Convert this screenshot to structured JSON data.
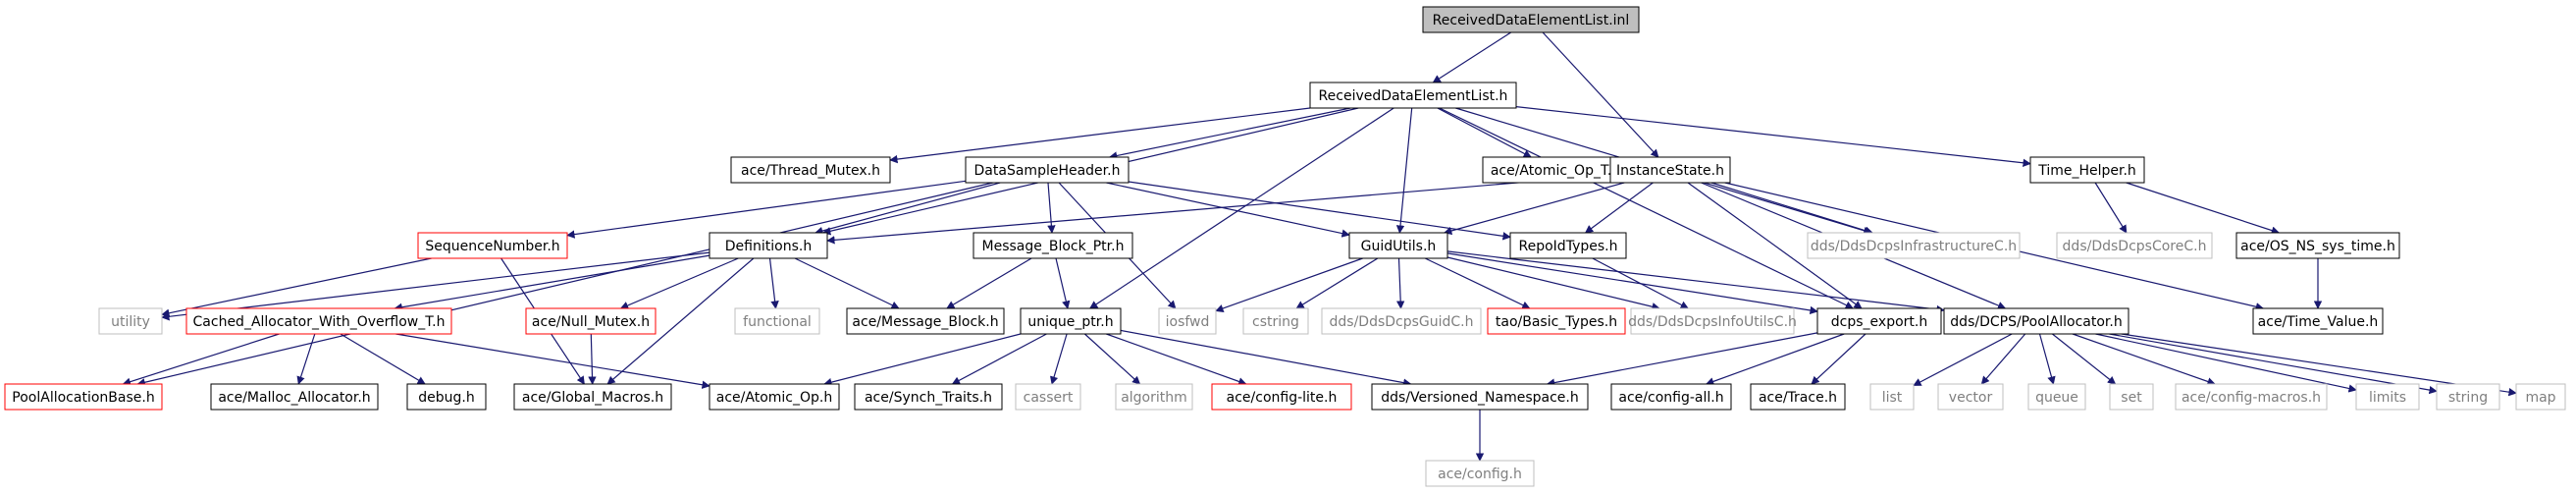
{
  "diagram": {
    "edge_color": "#191970",
    "nodes": [
      {
        "id": "n0",
        "label": "ReceivedDataElementList.inl",
        "style": "main"
      },
      {
        "id": "n1",
        "label": "ReceivedDataElementList.h",
        "style": "black"
      },
      {
        "id": "n2",
        "label": "ace/Thread_Mutex.h",
        "style": "black"
      },
      {
        "id": "n3",
        "label": "DataSampleHeader.h",
        "style": "black"
      },
      {
        "id": "n4",
        "label": "ace/Atomic_Op_T.h",
        "style": "black"
      },
      {
        "id": "n5",
        "label": "InstanceState.h",
        "style": "black"
      },
      {
        "id": "n6",
        "label": "Time_Helper.h",
        "style": "black"
      },
      {
        "id": "n7",
        "label": "SequenceNumber.h",
        "style": "red"
      },
      {
        "id": "n8",
        "label": "Definitions.h",
        "style": "black"
      },
      {
        "id": "n9",
        "label": "Message_Block_Ptr.h",
        "style": "black"
      },
      {
        "id": "n10",
        "label": "GuidUtils.h",
        "style": "black"
      },
      {
        "id": "n11",
        "label": "RepoIdTypes.h",
        "style": "black"
      },
      {
        "id": "n12",
        "label": "dds/DdsDcpsInfrastructureC.h",
        "style": "gray"
      },
      {
        "id": "n13",
        "label": "dds/DdsDcpsCoreC.h",
        "style": "gray"
      },
      {
        "id": "n14",
        "label": "ace/OS_NS_sys_time.h",
        "style": "black"
      },
      {
        "id": "n15",
        "label": "utility",
        "style": "gray"
      },
      {
        "id": "n16",
        "label": "Cached_Allocator_With_Overflow_T.h",
        "style": "red"
      },
      {
        "id": "n17",
        "label": "ace/Null_Mutex.h",
        "style": "red"
      },
      {
        "id": "n18",
        "label": "functional",
        "style": "gray"
      },
      {
        "id": "n19",
        "label": "ace/Message_Block.h",
        "style": "black"
      },
      {
        "id": "n20",
        "label": "unique_ptr.h",
        "style": "black"
      },
      {
        "id": "n21",
        "label": "iosfwd",
        "style": "gray"
      },
      {
        "id": "n22",
        "label": "cstring",
        "style": "gray"
      },
      {
        "id": "n23",
        "label": "dds/DdsDcpsGuidC.h",
        "style": "gray"
      },
      {
        "id": "n24",
        "label": "tao/Basic_Types.h",
        "style": "red"
      },
      {
        "id": "n25",
        "label": "dds/DdsDcpsInfoUtilsC.h",
        "style": "gray"
      },
      {
        "id": "n26",
        "label": "dcps_export.h",
        "style": "black"
      },
      {
        "id": "n27",
        "label": "dds/DCPS/PoolAllocator.h",
        "style": "black"
      },
      {
        "id": "n28",
        "label": "ace/Time_Value.h",
        "style": "black"
      },
      {
        "id": "n29",
        "label": "PoolAllocationBase.h",
        "style": "red"
      },
      {
        "id": "n30",
        "label": "ace/Malloc_Allocator.h",
        "style": "black"
      },
      {
        "id": "n31",
        "label": "debug.h",
        "style": "black"
      },
      {
        "id": "n32",
        "label": "ace/Global_Macros.h",
        "style": "black"
      },
      {
        "id": "n33",
        "label": "ace/Atomic_Op.h",
        "style": "black"
      },
      {
        "id": "n34",
        "label": "ace/Synch_Traits.h",
        "style": "black"
      },
      {
        "id": "n35",
        "label": "cassert",
        "style": "gray"
      },
      {
        "id": "n36",
        "label": "algorithm",
        "style": "gray"
      },
      {
        "id": "n37",
        "label": "ace/config-lite.h",
        "style": "red"
      },
      {
        "id": "n38",
        "label": "dds/Versioned_Namespace.h",
        "style": "black"
      },
      {
        "id": "n39",
        "label": "ace/config-all.h",
        "style": "black"
      },
      {
        "id": "n40",
        "label": "ace/Trace.h",
        "style": "black"
      },
      {
        "id": "n41",
        "label": "list",
        "style": "gray"
      },
      {
        "id": "n42",
        "label": "vector",
        "style": "gray"
      },
      {
        "id": "n43",
        "label": "queue",
        "style": "gray"
      },
      {
        "id": "n44",
        "label": "set",
        "style": "gray"
      },
      {
        "id": "n45",
        "label": "ace/config-macros.h",
        "style": "gray"
      },
      {
        "id": "n46",
        "label": "limits",
        "style": "gray"
      },
      {
        "id": "n47",
        "label": "string",
        "style": "gray"
      },
      {
        "id": "n48",
        "label": "map",
        "style": "gray"
      },
      {
        "id": "n49",
        "label": "ace/config.h",
        "style": "gray"
      }
    ],
    "edges": [
      [
        "n0",
        "n1"
      ],
      [
        "n0",
        "n5"
      ],
      [
        "n1",
        "n2"
      ],
      [
        "n1",
        "n3"
      ],
      [
        "n1",
        "n4"
      ],
      [
        "n1",
        "n6"
      ],
      [
        "n1",
        "n8"
      ],
      [
        "n1",
        "n10"
      ],
      [
        "n1",
        "n12"
      ],
      [
        "n1",
        "n20"
      ],
      [
        "n1",
        "n26"
      ],
      [
        "n3",
        "n7"
      ],
      [
        "n3",
        "n8"
      ],
      [
        "n3",
        "n9"
      ],
      [
        "n3",
        "n10"
      ],
      [
        "n3",
        "n11"
      ],
      [
        "n3",
        "n21"
      ],
      [
        "n3",
        "n29"
      ],
      [
        "n5",
        "n8"
      ],
      [
        "n5",
        "n10"
      ],
      [
        "n5",
        "n11"
      ],
      [
        "n5",
        "n12"
      ],
      [
        "n5",
        "n26"
      ],
      [
        "n5",
        "n27"
      ],
      [
        "n5",
        "n28"
      ],
      [
        "n6",
        "n13"
      ],
      [
        "n6",
        "n14"
      ],
      [
        "n14",
        "n28"
      ],
      [
        "n7",
        "n15"
      ],
      [
        "n7",
        "n32"
      ],
      [
        "n8",
        "n15"
      ],
      [
        "n8",
        "n16"
      ],
      [
        "n8",
        "n17"
      ],
      [
        "n8",
        "n18"
      ],
      [
        "n8",
        "n19"
      ],
      [
        "n8",
        "n32"
      ],
      [
        "n9",
        "n19"
      ],
      [
        "n9",
        "n20"
      ],
      [
        "n10",
        "n21"
      ],
      [
        "n10",
        "n22"
      ],
      [
        "n10",
        "n23"
      ],
      [
        "n10",
        "n24"
      ],
      [
        "n10",
        "n25"
      ],
      [
        "n10",
        "n26"
      ],
      [
        "n10",
        "n27"
      ],
      [
        "n11",
        "n25"
      ],
      [
        "n16",
        "n29"
      ],
      [
        "n16",
        "n30"
      ],
      [
        "n16",
        "n31"
      ],
      [
        "n16",
        "n33"
      ],
      [
        "n17",
        "n32"
      ],
      [
        "n20",
        "n33"
      ],
      [
        "n20",
        "n34"
      ],
      [
        "n20",
        "n35"
      ],
      [
        "n20",
        "n36"
      ],
      [
        "n20",
        "n37"
      ],
      [
        "n20",
        "n38"
      ],
      [
        "n26",
        "n38"
      ],
      [
        "n26",
        "n39"
      ],
      [
        "n26",
        "n40"
      ],
      [
        "n27",
        "n41"
      ],
      [
        "n27",
        "n42"
      ],
      [
        "n27",
        "n43"
      ],
      [
        "n27",
        "n44"
      ],
      [
        "n27",
        "n45"
      ],
      [
        "n27",
        "n46"
      ],
      [
        "n27",
        "n47"
      ],
      [
        "n27",
        "n48"
      ],
      [
        "n38",
        "n49"
      ]
    ]
  }
}
